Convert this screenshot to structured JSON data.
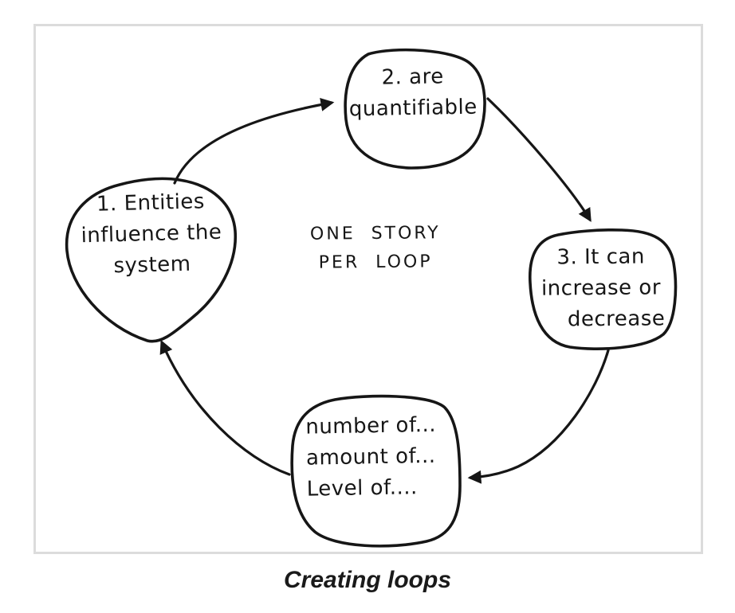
{
  "figure": {
    "caption": "Creating loops",
    "center_label": {
      "lines": [
        "ONE STORY",
        "PER LOOP"
      ]
    },
    "nodes": {
      "entities": {
        "lines": [
          "1. Entities",
          "influence the",
          "system"
        ]
      },
      "quantifiable": {
        "lines": [
          "2. are",
          "quantifiable"
        ]
      },
      "increase": {
        "lines": [
          "3. It can",
          "increase or",
          "decrease"
        ]
      },
      "examples": {
        "lines": [
          "number of...",
          "amount of...",
          "Level of...."
        ]
      }
    },
    "colors": {
      "ink": "#161616",
      "frame_border": "#dcdcdc",
      "background": "#ffffff"
    }
  }
}
